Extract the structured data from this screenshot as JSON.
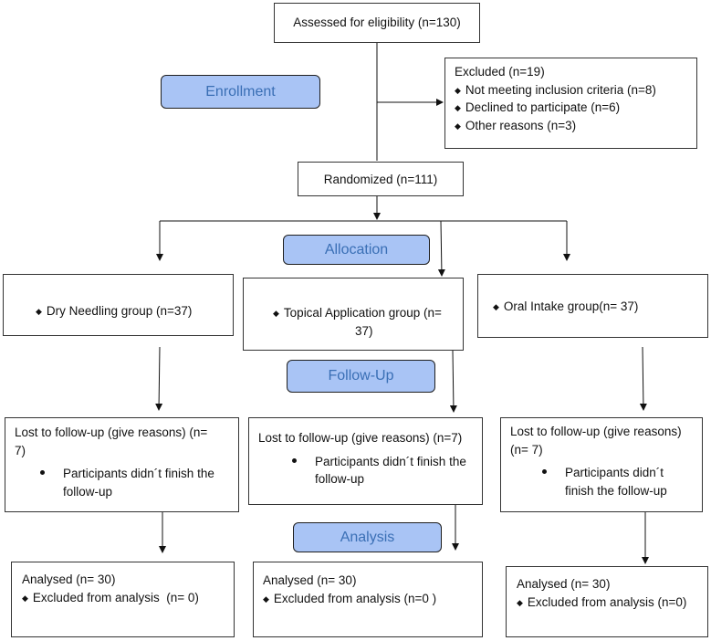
{
  "enrollment": {
    "assessed": "Assessed for eligibility (n=130)",
    "excluded_title": "Excluded (n=19)",
    "excluded_items": [
      "Not meeting inclusion criteria (n=8)",
      "Declined to participate (n=6)",
      "Other reasons (n=3)"
    ],
    "randomized": "Randomized (n=111)"
  },
  "stages": {
    "enrollment": "Enrollment",
    "allocation": "Allocation",
    "followup": "Follow-Up",
    "analysis": "Analysis"
  },
  "groups": [
    {
      "allocation": "Dry Needling group (n=37)",
      "lost_title_1": "Lost to follow-up (give reasons) (n=",
      "lost_title_2": "7)",
      "lost_reason_1": "Participants didn´t finish the",
      "lost_reason_2": "follow-up",
      "analysed": "Analysed (n= 30)",
      "excluded": "Excluded from analysis  (n= 0)"
    },
    {
      "allocation_1": "Topical Application group (n=",
      "allocation_2": "37)",
      "lost_title": "Lost to follow-up (give reasons) (n=7)",
      "lost_reason_1": "Participants didn´t finish the",
      "lost_reason_2": "follow-up",
      "analysed": "Analysed (n= 30)",
      "excluded": "Excluded from analysis (n=0 )"
    },
    {
      "allocation": "Oral Intake group(n= 37)",
      "lost_title_1": "Lost to follow-up (give reasons)",
      "lost_title_2": "(n= 7)",
      "lost_reason_1": "Participants didn´t",
      "lost_reason_2": "finish the follow-up",
      "analysed": "Analysed (n= 30)",
      "excluded": "Excluded from analysis (n=0)"
    }
  ]
}
